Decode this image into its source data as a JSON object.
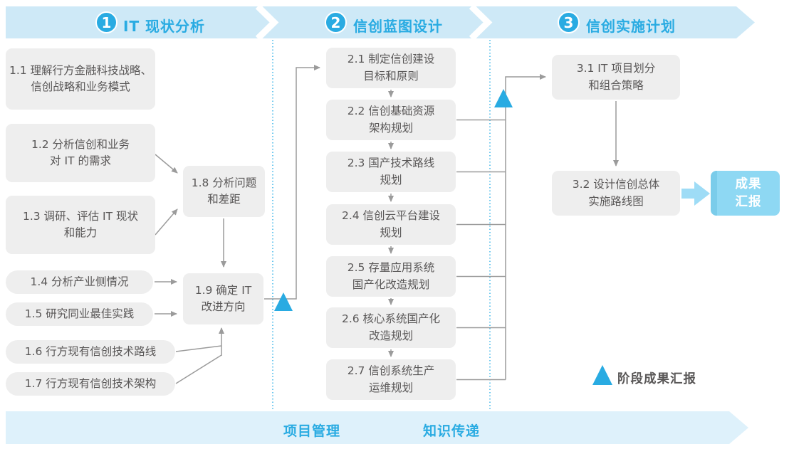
{
  "phases": [
    {
      "number": "1",
      "title": "IT 现状分析"
    },
    {
      "number": "2",
      "title": "信创蓝图设计"
    },
    {
      "number": "3",
      "title": "信创实施计划"
    }
  ],
  "boxes": {
    "b1_1": {
      "lines": [
        "1.1 理解行方金融科技战略、",
        "信创战略和业务模式"
      ]
    },
    "b1_2": {
      "lines": [
        "1.2 分析信创和业务",
        "对 IT 的需求"
      ]
    },
    "b1_3": {
      "lines": [
        "1.3 调研、评估 IT 现状",
        "和能力"
      ]
    },
    "b1_4": {
      "label": "1.4 分析产业侧情况"
    },
    "b1_5": {
      "label": "1.5 研究同业最佳实践"
    },
    "b1_6": {
      "label": "1.6 行方现有信创技术路线"
    },
    "b1_7": {
      "label": "1.7 行方现有信创技术架构"
    },
    "b1_8": {
      "lines": [
        "1.8 分析问题",
        "和差距"
      ]
    },
    "b1_9": {
      "lines": [
        "1.9 确定 IT",
        "改进方向"
      ]
    },
    "b2_1": {
      "lines": [
        "2.1 制定信创建设",
        "目标和原则"
      ]
    },
    "b2_2": {
      "lines": [
        "2.2 信创基础资源",
        "架构规划"
      ]
    },
    "b2_3": {
      "lines": [
        "2.3 国产技术路线",
        "规划"
      ]
    },
    "b2_4": {
      "lines": [
        "2.4 信创云平台建设",
        "规划"
      ]
    },
    "b2_5": {
      "lines": [
        "2.5 存量应用系统",
        "国产化改造规划"
      ]
    },
    "b2_6": {
      "lines": [
        "2.6 核心系统国产化",
        "改造规划"
      ]
    },
    "b2_7": {
      "lines": [
        "2.7 信创系统生产",
        "运维规划"
      ]
    },
    "b3_1": {
      "lines": [
        "3.1 IT 项目划分",
        "和组合策略"
      ]
    },
    "b3_2": {
      "lines": [
        "3.2 设计信创总体",
        "实施路线图"
      ]
    }
  },
  "result_box": {
    "lines": [
      "成果",
      "汇报"
    ]
  },
  "legend": {
    "label": "阶段成果汇报"
  },
  "bottom_banner": {
    "items": [
      "项目管理",
      "知识传递"
    ]
  },
  "colors": {
    "accent_blue": "#29abe2",
    "top_ribbon": "#cee9f7",
    "bottom_ribbon": "#def1fb",
    "box_gray": "#eeeeee",
    "box_text": "#595757",
    "connector_gray": "#9b9b9b",
    "result_box_fill": "#8ed8f3",
    "result_arrow_fill": "#9edcf6"
  }
}
